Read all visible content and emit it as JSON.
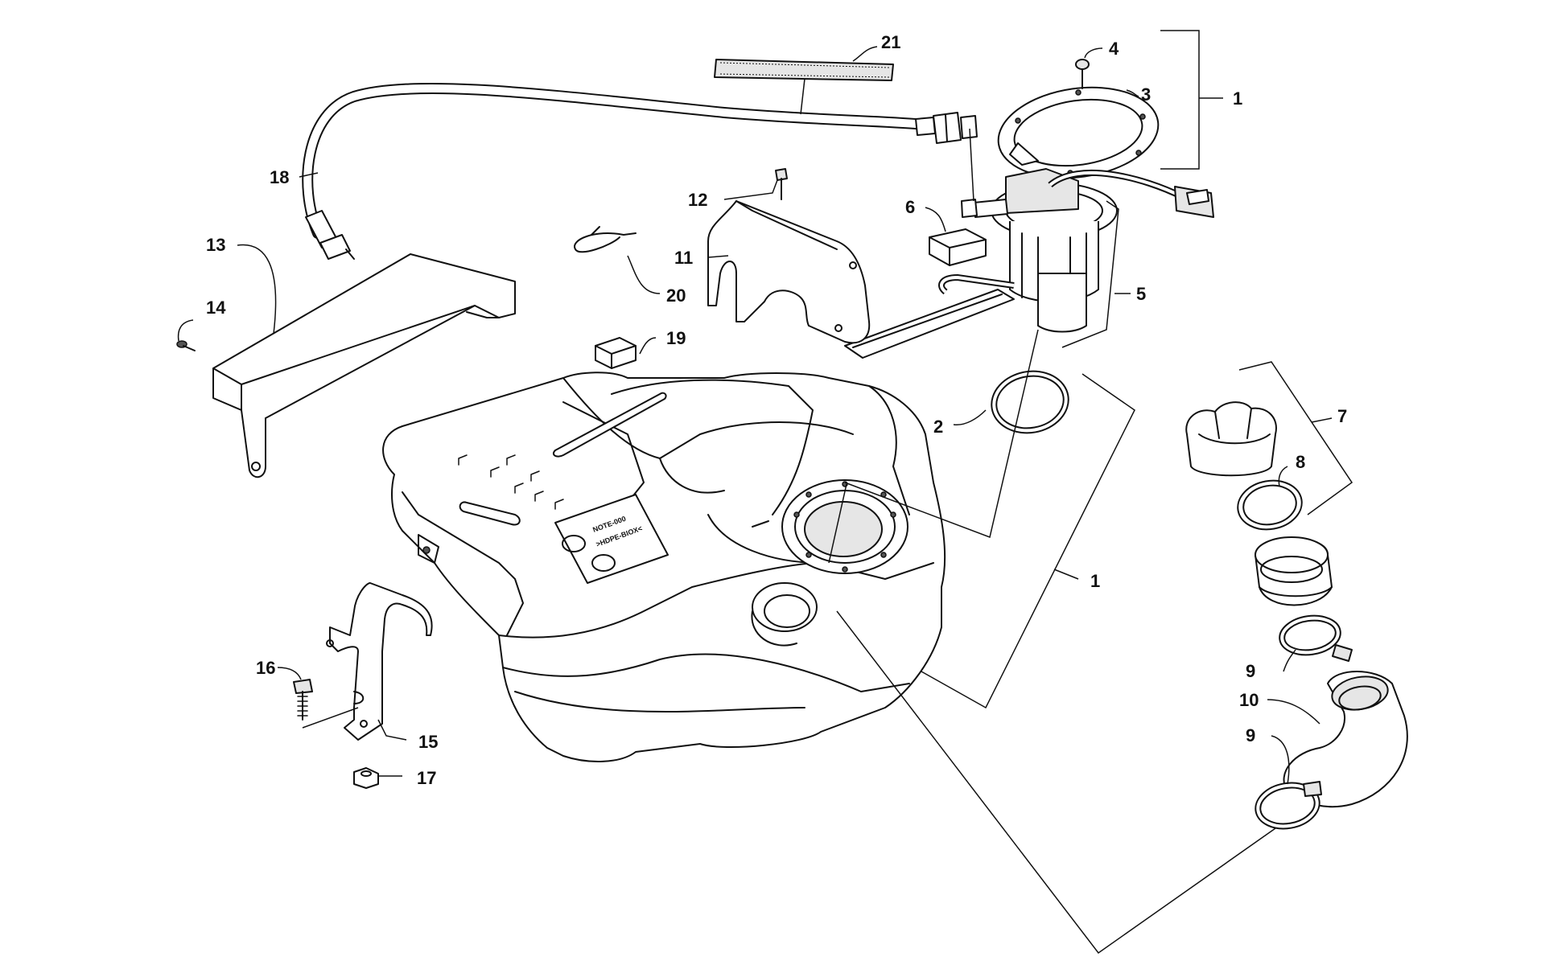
{
  "callouts": [
    {
      "id": "c1a",
      "label": "1"
    },
    {
      "id": "c1b",
      "label": "1"
    },
    {
      "id": "c2",
      "label": "2"
    },
    {
      "id": "c3",
      "label": "3"
    },
    {
      "id": "c4",
      "label": "4"
    },
    {
      "id": "c5",
      "label": "5"
    },
    {
      "id": "c6",
      "label": "6"
    },
    {
      "id": "c7",
      "label": "7"
    },
    {
      "id": "c8",
      "label": "8"
    },
    {
      "id": "c9a",
      "label": "9"
    },
    {
      "id": "c9b",
      "label": "9"
    },
    {
      "id": "c10",
      "label": "10"
    },
    {
      "id": "c11",
      "label": "11"
    },
    {
      "id": "c12",
      "label": "12"
    },
    {
      "id": "c13",
      "label": "13"
    },
    {
      "id": "c14",
      "label": "14"
    },
    {
      "id": "c15",
      "label": "15"
    },
    {
      "id": "c16",
      "label": "16"
    },
    {
      "id": "c17",
      "label": "17"
    },
    {
      "id": "c18",
      "label": "18"
    },
    {
      "id": "c19",
      "label": "19"
    },
    {
      "id": "c20",
      "label": "20"
    },
    {
      "id": "c21",
      "label": "21"
    }
  ],
  "decal": {
    "line1": "NOTE-000",
    "line2": ">HDPE-BIOX<"
  },
  "colors": {
    "ink": "#111111",
    "background": "#ffffff",
    "shade": "#e6e6e6"
  }
}
